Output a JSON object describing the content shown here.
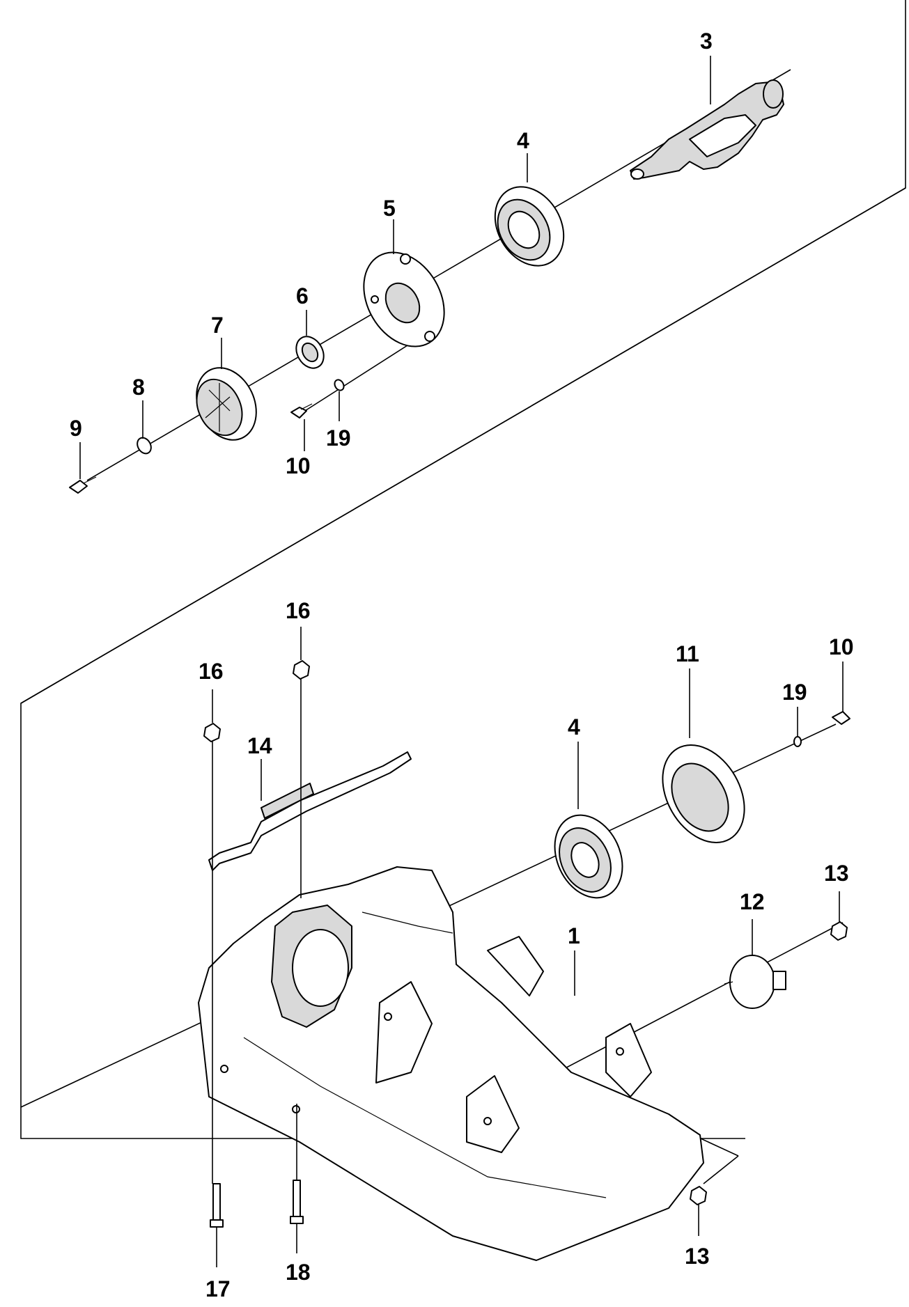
{
  "diagram": {
    "callouts": [
      {
        "id": "c3",
        "text": "3"
      },
      {
        "id": "c4a",
        "text": "4"
      },
      {
        "id": "c5",
        "text": "5"
      },
      {
        "id": "c6",
        "text": "6"
      },
      {
        "id": "c7",
        "text": "7"
      },
      {
        "id": "c8",
        "text": "8"
      },
      {
        "id": "c9",
        "text": "9"
      },
      {
        "id": "c10a",
        "text": "10"
      },
      {
        "id": "c19a",
        "text": "19"
      },
      {
        "id": "c16a",
        "text": "16"
      },
      {
        "id": "c16b",
        "text": "16"
      },
      {
        "id": "c14",
        "text": "14"
      },
      {
        "id": "c11",
        "text": "11"
      },
      {
        "id": "c4b",
        "text": "4"
      },
      {
        "id": "c19b",
        "text": "19"
      },
      {
        "id": "c10b",
        "text": "10"
      },
      {
        "id": "c13a",
        "text": "13"
      },
      {
        "id": "c12",
        "text": "12"
      },
      {
        "id": "c1",
        "text": "1"
      },
      {
        "id": "c13b",
        "text": "13"
      },
      {
        "id": "c17",
        "text": "17"
      },
      {
        "id": "c18",
        "text": "18"
      }
    ]
  },
  "colors": {
    "line": "#000000",
    "background": "#ffffff",
    "shade": "#d9d9d9"
  }
}
